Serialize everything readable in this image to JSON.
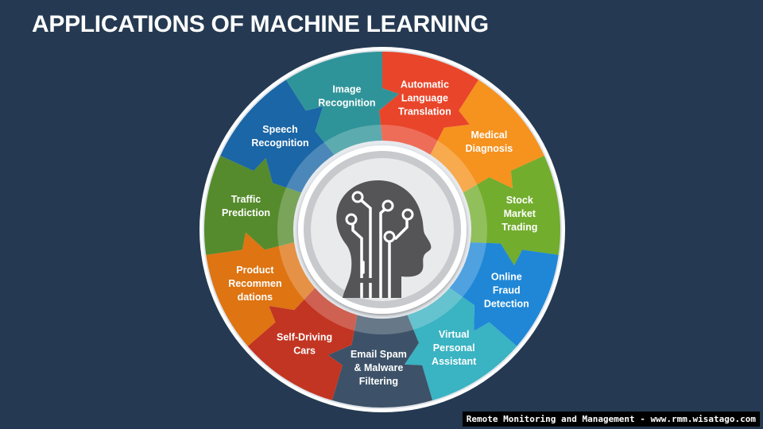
{
  "title": "APPLICATIONS OF MACHINE LEARNING",
  "segments": [
    {
      "label": [
        "Automatic",
        "Language",
        "Translation"
      ],
      "color": "#e9452a"
    },
    {
      "label": [
        "Medical",
        "Diagnosis"
      ],
      "color": "#f6921e"
    },
    {
      "label": [
        "Stock",
        "Market",
        "Trading"
      ],
      "color": "#72ad2e"
    },
    {
      "label": [
        "Online",
        "Fraud",
        "Detection"
      ],
      "color": "#1f87d6"
    },
    {
      "label": [
        "Virtual",
        "Personal",
        "Assistant"
      ],
      "color": "#3ab3c2"
    },
    {
      "label": [
        "Email Spam",
        "& Malware",
        "Filtering"
      ],
      "color": "#3d5268"
    },
    {
      "label": [
        "Self-Driving",
        "Cars"
      ],
      "color": "#c23522"
    },
    {
      "label": [
        "Product",
        "Recommen",
        "dations"
      ],
      "color": "#de7412"
    },
    {
      "label": [
        "Traffic",
        "Prediction"
      ],
      "color": "#558b2c"
    },
    {
      "label": [
        "Speech",
        "Recognition"
      ],
      "color": "#1a66a6"
    },
    {
      "label": [
        "Image",
        "Recognition"
      ],
      "color": "#2f9499"
    }
  ],
  "center_icon": "ai-head-circuit-icon",
  "footer": "Remote Monitoring and Management - www.rmm.wisatago.com"
}
